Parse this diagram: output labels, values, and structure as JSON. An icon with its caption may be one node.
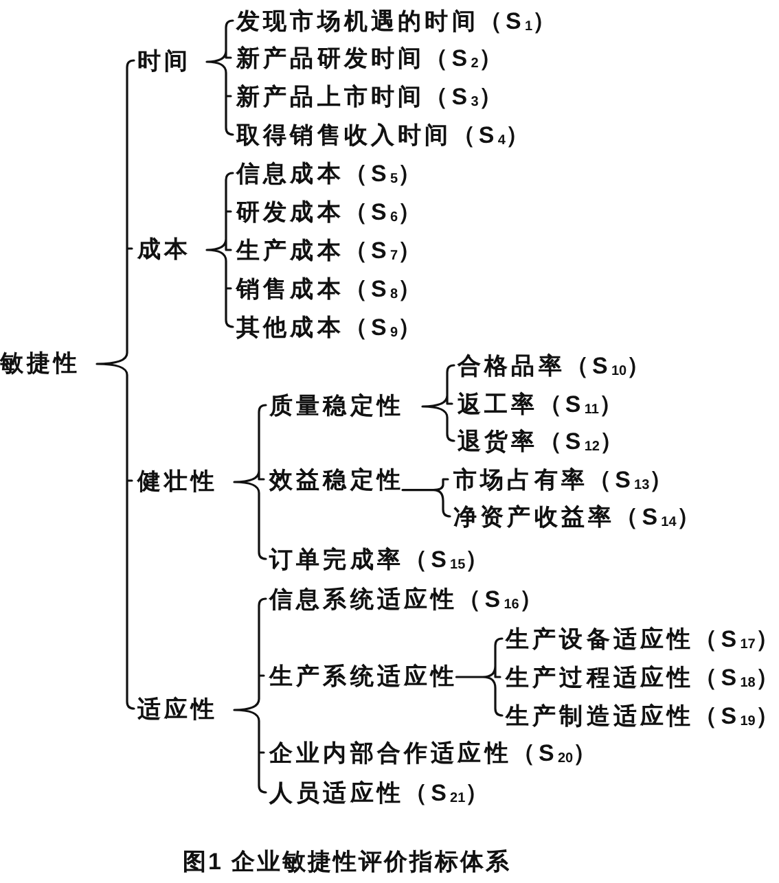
{
  "diagram": {
    "caption": "图1 企业敏捷性评价指标体系",
    "nodes": [
      {
        "text": [
          "敏捷性"
        ]
      },
      {
        "text": [
          "时间"
        ]
      },
      {
        "text": [
          "发现市场机遇的时间（S$_{1}$）"
        ]
      },
      {
        "text": [
          "新产品研发时间（S$_{2}$）"
        ]
      },
      {
        "text": [
          "新产品上市时间（S$_{3}$）"
        ]
      },
      {
        "text": [
          "取得销售收入时间（S$_{4}$）"
        ]
      },
      {
        "text": [
          "成本"
        ]
      },
      {
        "text": [
          "信息成本（S$_{5}$）"
        ]
      },
      {
        "text": [
          "研发成本（S$_{6}$）"
        ]
      },
      {
        "text": [
          "生产成本（S$_{7}$）"
        ]
      },
      {
        "text": [
          "销售成本（S$_{8}$）"
        ]
      },
      {
        "text": [
          "其他成本（S$_{9}$）"
        ]
      },
      {
        "text": [
          "健壮性"
        ]
      },
      {
        "text": [
          "质量稳定性"
        ]
      },
      {
        "text": [
          "合格品率（S$_{10}$）"
        ]
      },
      {
        "text": [
          "返工率（S$_{11}$）"
        ]
      },
      {
        "text": [
          "退货率（S$_{12}$）"
        ]
      },
      {
        "text": [
          "效益稳定性"
        ]
      },
      {
        "text": [
          "市场占有率（S$_{13}$）"
        ]
      },
      {
        "text": [
          "净资产收益率（S$_{14}$）"
        ]
      },
      {
        "text": [
          "订单完成率（S$_{15}$）"
        ]
      },
      {
        "text": [
          "适应性"
        ]
      },
      {
        "text": [
          "信息系统适应性（S$_{16}$）"
        ]
      },
      {
        "text": [
          "生产系统适应性"
        ]
      },
      {
        "text": [
          "生产设备适应性（S$_{17}$）"
        ]
      },
      {
        "text": [
          "生产过程适应性（S$_{18}$）"
        ]
      },
      {
        "text": [
          "生产制造适应性（S$_{19}$）"
        ]
      },
      {
        "text": [
          "企业内部合作适应性（S$_{20}$）"
        ]
      },
      {
        "text": [
          "人员适应性（S$_{21}$）"
        ]
      }
    ],
    "edges": [
      {
        "from": 0,
        "to": 1,
        "arrow": "none"
      },
      {
        "from": 0,
        "to": 6,
        "arrow": "none"
      },
      {
        "from": 0,
        "to": 12,
        "arrow": "none"
      },
      {
        "from": 0,
        "to": 21,
        "arrow": "none"
      },
      {
        "from": 1,
        "to": 2,
        "arrow": "none"
      },
      {
        "from": 1,
        "to": 3,
        "arrow": "none"
      },
      {
        "from": 1,
        "to": 4,
        "arrow": "none"
      },
      {
        "from": 1,
        "to": 5,
        "arrow": "none"
      },
      {
        "from": 6,
        "to": 7,
        "arrow": "none"
      },
      {
        "from": 6,
        "to": 8,
        "arrow": "none"
      },
      {
        "from": 6,
        "to": 9,
        "arrow": "none"
      },
      {
        "from": 6,
        "to": 10,
        "arrow": "none"
      },
      {
        "from": 6,
        "to": 11,
        "arrow": "none"
      },
      {
        "from": 12,
        "to": 13,
        "arrow": "none"
      },
      {
        "from": 12,
        "to": 17,
        "arrow": "none"
      },
      {
        "from": 12,
        "to": 20,
        "arrow": "none"
      },
      {
        "from": 13,
        "to": 14,
        "arrow": "none"
      },
      {
        "from": 13,
        "to": 15,
        "arrow": "none"
      },
      {
        "from": 13,
        "to": 16,
        "arrow": "none"
      },
      {
        "from": 17,
        "to": 18,
        "arrow": "none"
      },
      {
        "from": 17,
        "to": 19,
        "arrow": "none"
      },
      {
        "from": 21,
        "to": 22,
        "arrow": "none"
      },
      {
        "from": 21,
        "to": 23,
        "arrow": "none"
      },
      {
        "from": 21,
        "to": 27,
        "arrow": "none"
      },
      {
        "from": 21,
        "to": 28,
        "arrow": "none"
      },
      {
        "from": 23,
        "to": 24,
        "arrow": "none"
      },
      {
        "from": 23,
        "to": 25,
        "arrow": "none"
      },
      {
        "from": 23,
        "to": 26,
        "arrow": "none"
      }
    ]
  }
}
